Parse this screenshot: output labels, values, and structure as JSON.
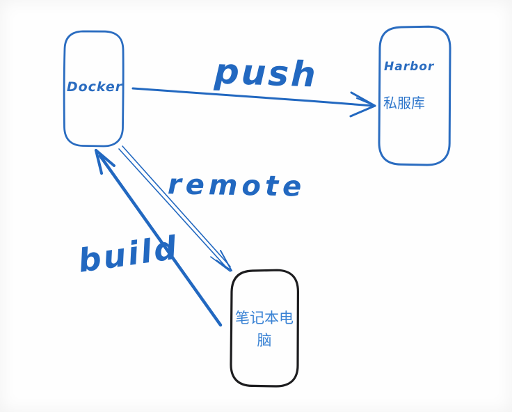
{
  "diagram": {
    "background": "#fefefe",
    "ink_blue": "#2a6cc0",
    "ink_black": "#1d1d1f",
    "nodes": {
      "docker": {
        "label": "Docker",
        "shape": "rounded-rect",
        "stroke": "#2a6cc0"
      },
      "harbor": {
        "title": "Harbor",
        "subtitle": "私服库",
        "shape": "rounded-rect",
        "stroke": "#2a6cc0"
      },
      "laptop": {
        "label": "笔记本电脑",
        "shape": "rounded-rect",
        "stroke": "#1d1d1f"
      }
    },
    "edges": {
      "push": {
        "label": "push",
        "from": "docker",
        "to": "harbor",
        "style": "solid-arrow"
      },
      "remote": {
        "label": "remote",
        "from": "docker",
        "to": "laptop",
        "style": "thin-double-line-arrow"
      },
      "build": {
        "label": "build",
        "from": "laptop",
        "to": "docker",
        "style": "thick-arrow"
      }
    }
  }
}
